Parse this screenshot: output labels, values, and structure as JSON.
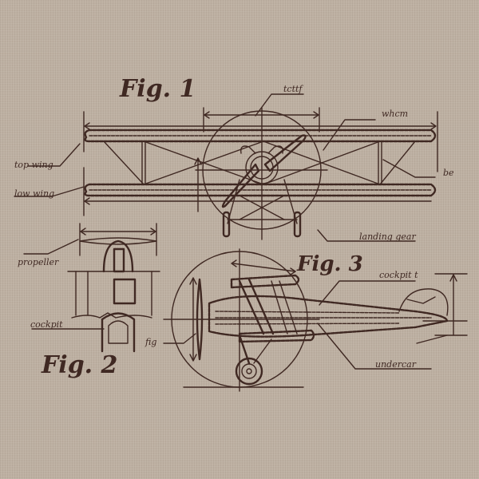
{
  "colors": {
    "background": "#bdb0a2",
    "ink": "#3f2822"
  },
  "figures": [
    {
      "id": "fig1",
      "label": "Fig. 1",
      "view": "front view biplane"
    },
    {
      "id": "fig2",
      "label": "Fig. 2",
      "view": "cockpit detail"
    },
    {
      "id": "fig3",
      "label": "Fig. 3",
      "view": "side view biplane"
    }
  ],
  "annotations": {
    "top_center": "tcttf",
    "top_right": "whcm",
    "right_side": "be",
    "upper_wing_left": "top wing",
    "lower_wing_left": "low wing",
    "landing_gear": "landing gear",
    "propeller_left": "propeller",
    "cockpit_left": "cockpit",
    "fig2_right": "fig",
    "tail_top": "cockpit t",
    "tail_bottom": "undercar"
  }
}
